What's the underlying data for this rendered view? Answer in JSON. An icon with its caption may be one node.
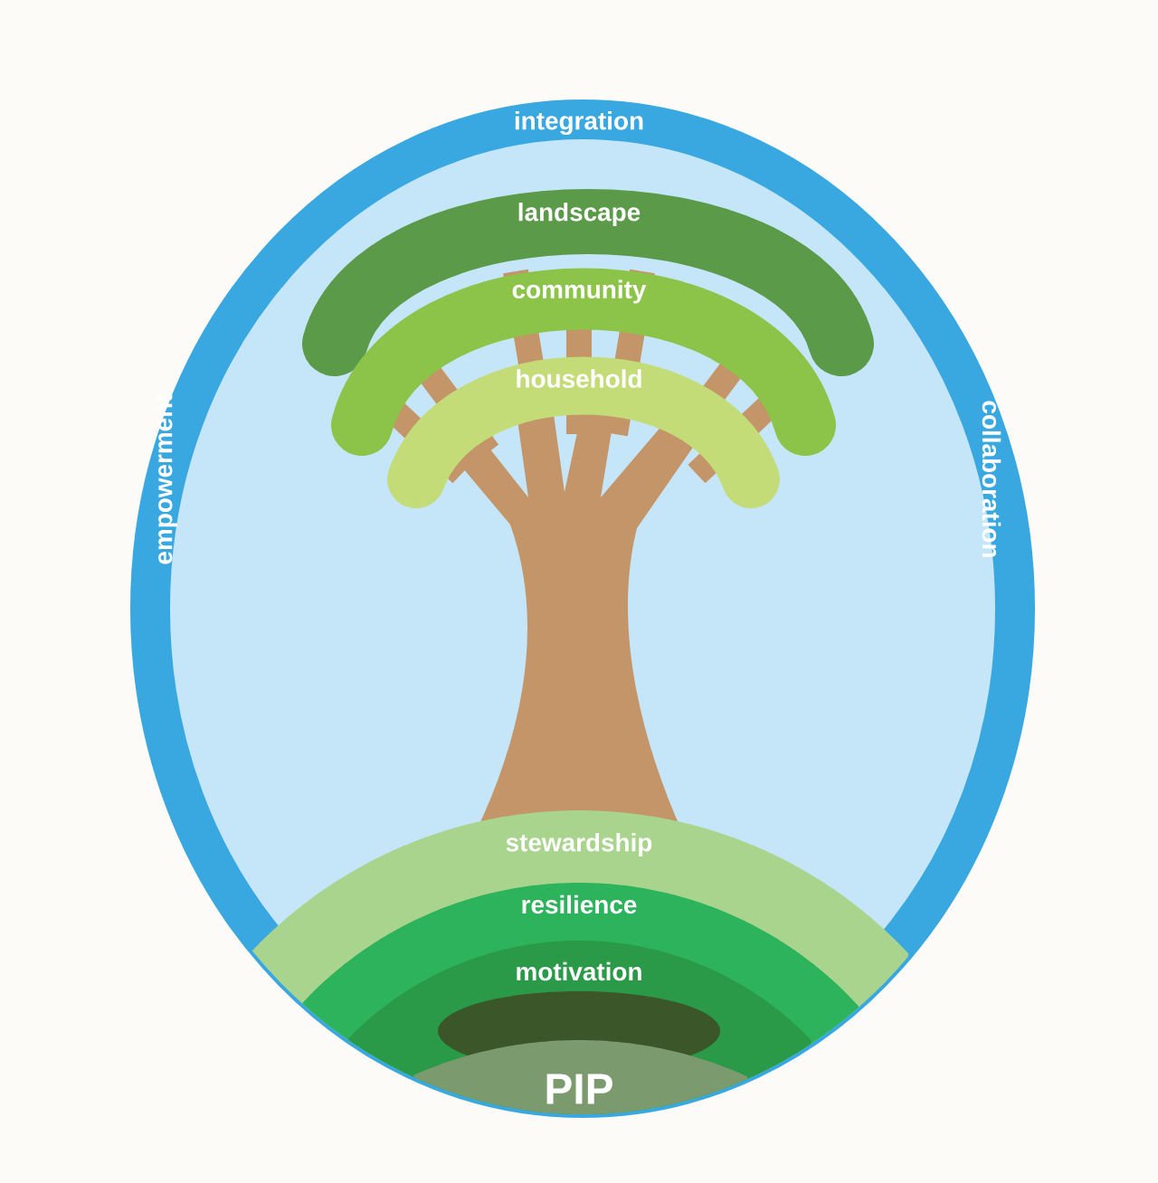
{
  "diagram": {
    "nodes": [
      {
        "text": [
          "integration",
          "empowerment",
          "collaboration"
        ]
      },
      {
        "text": [
          "landscape"
        ],
        "in": 0
      },
      {
        "text": [
          "community"
        ],
        "in": 0
      },
      {
        "text": [
          "household"
        ],
        "in": 0
      },
      {
        "text": [
          "stewardship"
        ],
        "in": 0
      },
      {
        "text": [
          "resilience"
        ],
        "in": 4
      },
      {
        "text": [
          "motivation"
        ],
        "in": 5
      },
      {
        "text": [
          "PIP"
        ],
        "in": 6
      }
    ]
  }
}
